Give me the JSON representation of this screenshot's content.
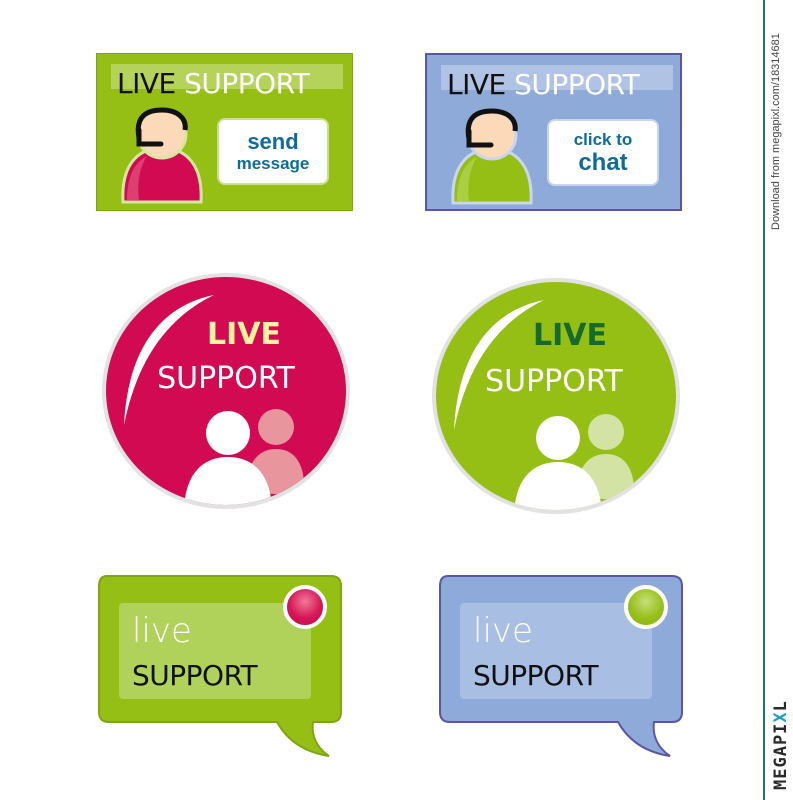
{
  "cards": [
    {
      "id": "green",
      "title_word1": "LIVE",
      "title_word2": "SUPPORT",
      "button_line1": "send",
      "button_line2": "message",
      "background": "#95bf15",
      "agent_body_color": "#d20a52",
      "icon": "headset-agent-icon"
    },
    {
      "id": "blue",
      "title_word1": "LIVE",
      "title_word2": "SUPPORT",
      "button_line1": "click to",
      "button_line2": "chat",
      "background": "#8eaad8",
      "agent_body_color": "#95bf15",
      "icon": "headset-agent-icon"
    }
  ],
  "circles": [
    {
      "id": "pink",
      "line1": "LIVE",
      "line2": "SUPPORT",
      "background": "#d20a52",
      "line1_color": "#fff3a0",
      "icon": "users-icon"
    },
    {
      "id": "green",
      "line1": "LIVE",
      "line2": "SUPPORT",
      "background": "#95bf15",
      "line1_color": "#176b2a",
      "icon": "users-icon"
    }
  ],
  "bubbles": [
    {
      "id": "green",
      "line1": "live",
      "line2": "SUPPORT",
      "background": "#95bf15",
      "status_dot_color": "#d51657",
      "icon": "speech-bubble-icon"
    },
    {
      "id": "blue",
      "line1": "live",
      "line2": "SUPPORT",
      "background": "#8eaad8",
      "status_dot_color": "#98c01b",
      "icon": "speech-bubble-icon"
    }
  ],
  "watermark": {
    "download_text": "Download from megapixl.com/18314681",
    "logo_part1": "MEGAPI",
    "logo_x": "X",
    "logo_part2": "L"
  }
}
